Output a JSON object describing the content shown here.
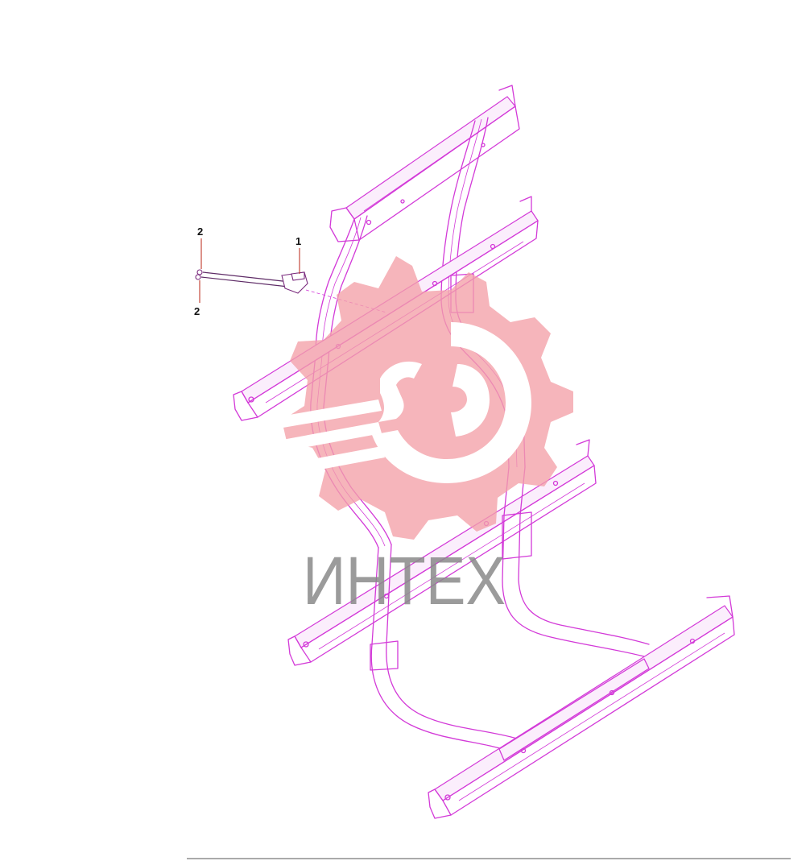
{
  "callouts": [
    {
      "id": "callout-1",
      "label": "1"
    },
    {
      "id": "callout-2-top",
      "label": "2"
    },
    {
      "id": "callout-2-bottom",
      "label": "2"
    }
  ],
  "watermark": {
    "text": "ИНТЕХ",
    "logo": "gear-wrench-logo"
  },
  "colors": {
    "frame": "#d33ad8",
    "watermark_logo": "#f3a0a8",
    "watermark_text": "#8a8a8a",
    "callout_leader": "#c0392b"
  }
}
